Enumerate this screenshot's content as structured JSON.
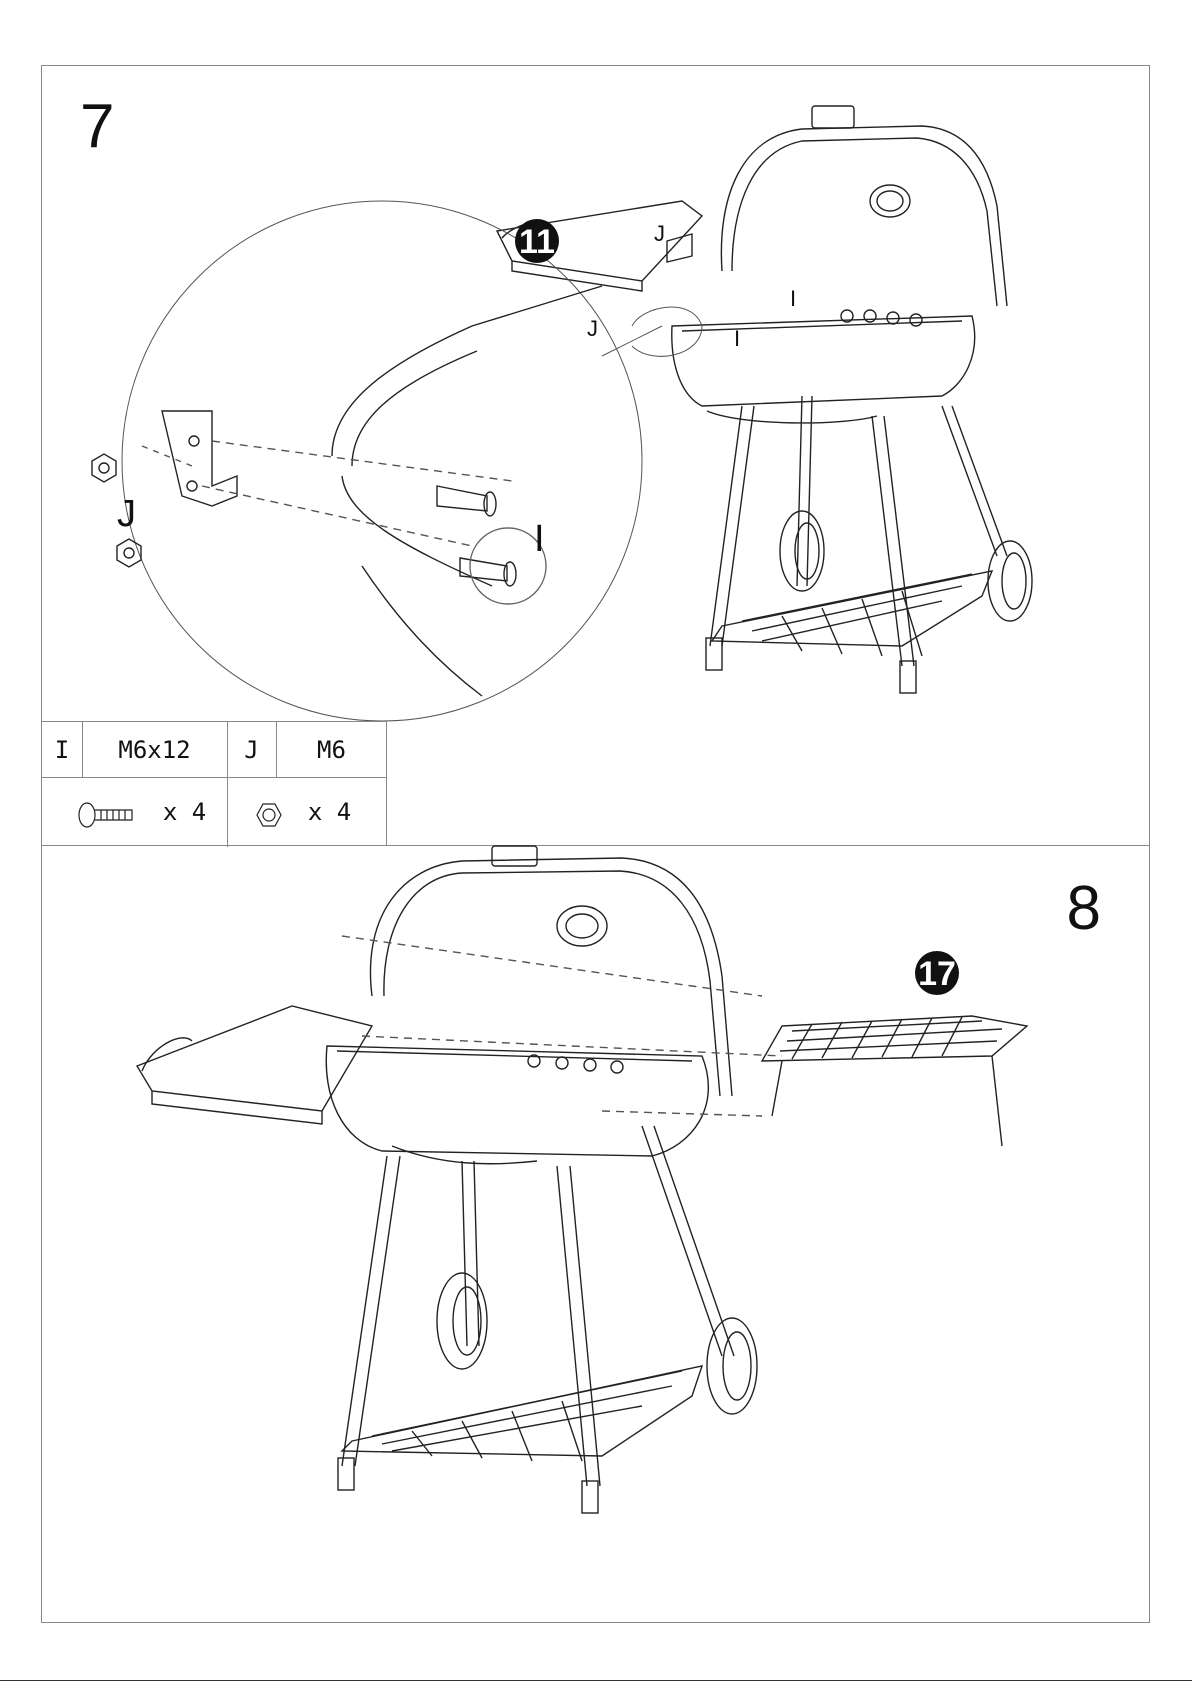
{
  "steps": [
    {
      "number": "7",
      "part_badge": "11",
      "callouts": {
        "bolt": "I",
        "nut": "J"
      },
      "parts_table": {
        "items": [
          {
            "code": "I",
            "spec": "M6x12",
            "qty": "x 4",
            "icon": "bolt-icon"
          },
          {
            "code": "J",
            "spec": "M6",
            "qty": "x 4",
            "icon": "nut-icon"
          }
        ]
      }
    },
    {
      "number": "8",
      "part_badge": "17"
    }
  ]
}
